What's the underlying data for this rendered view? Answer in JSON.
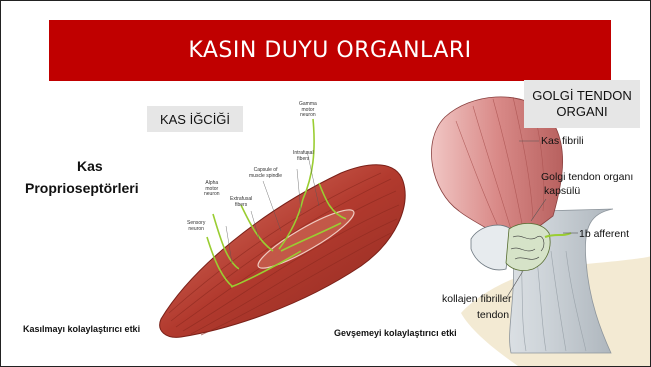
{
  "slide": {
    "title": "KASIN DUYU ORGANLARI",
    "left_heading": [
      "Kas",
      "Proprioseptörleri"
    ],
    "muscle_spindle_label": "KAS İĞCİĞİ",
    "golgi_title": [
      "GOLGİ TENDON",
      "ORGANI"
    ],
    "contraction_caption": "Kasılmayı kolaylaştırıcı etki",
    "relaxation_caption": "Gevşemeyi kolaylaştırıcı etki"
  },
  "spindle_figure_labels": {
    "gamma": [
      "Gamma",
      "motor",
      "neuron"
    ],
    "alpha": [
      "Alpha",
      "motor",
      "neuron"
    ],
    "sensory": [
      "Sensory",
      "neuron"
    ],
    "extrafusal": [
      "Extrafusal",
      "fibers"
    ],
    "capsule": [
      "Capsule of",
      "muscle spindle"
    ],
    "intrafusal": [
      "Intrafusal",
      "fibers"
    ]
  },
  "golgi_figure_labels": {
    "muscle_fibril": "Kas fibrili",
    "gto_capsule": [
      "Golgi tendon organı",
      "kapsülü"
    ],
    "afferent": "1b afferent",
    "collagen": [
      "kollajen fibriller",
      "tendon"
    ]
  },
  "colors": {
    "title_banner": "#c00000",
    "label_box": "#e6e6e6",
    "muscle_red": "#b23a2e",
    "muscle_pink": "#d98a88",
    "nerve_green": "#9acd32"
  }
}
